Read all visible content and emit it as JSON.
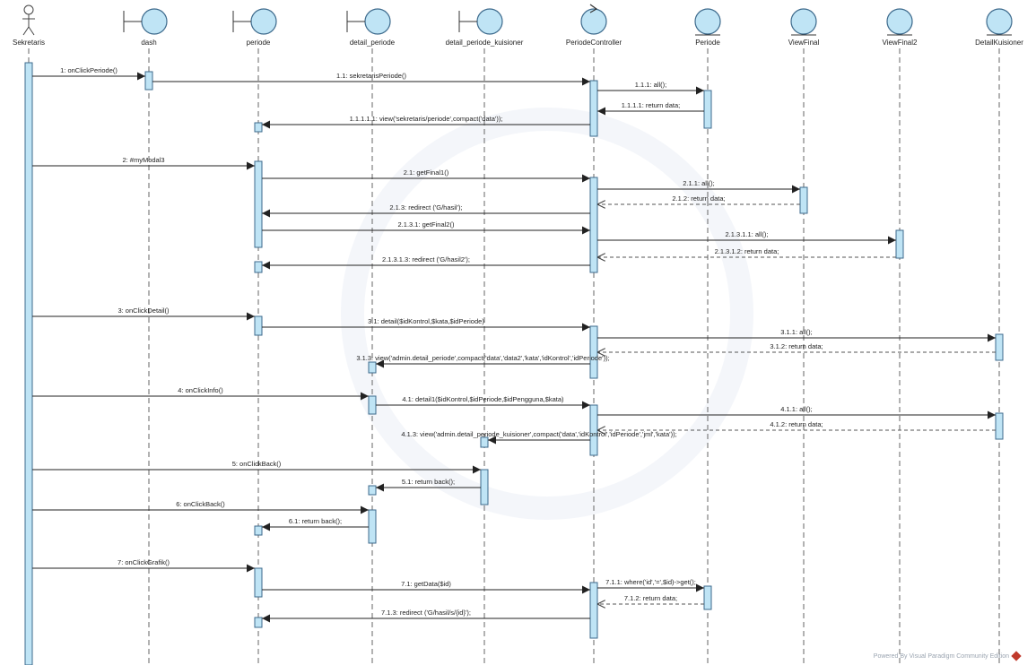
{
  "participants": [
    {
      "id": "sekretaris",
      "name": "Sekretaris",
      "kind": "actor"
    },
    {
      "id": "dash",
      "name": "dash",
      "kind": "boundary"
    },
    {
      "id": "periode",
      "name": "periode",
      "kind": "boundary"
    },
    {
      "id": "detail_periode",
      "name": "detail_periode",
      "kind": "boundary"
    },
    {
      "id": "detail_periode_kuisioner",
      "name": "detail_periode_kuisioner",
      "kind": "boundary"
    },
    {
      "id": "periode_controller",
      "name": "PeriodeController",
      "kind": "control"
    },
    {
      "id": "periode_entity",
      "name": "Periode",
      "kind": "entity"
    },
    {
      "id": "view_final",
      "name": "ViewFinal",
      "kind": "entity"
    },
    {
      "id": "view_final2",
      "name": "ViewFinal2",
      "kind": "entity"
    },
    {
      "id": "detail_kuisioner",
      "name": "DetailKuisioner",
      "kind": "entity"
    }
  ],
  "messages": [
    {
      "from": "sekretaris",
      "to": "dash",
      "label": "1: onClickPeriode()",
      "type": "call"
    },
    {
      "from": "dash",
      "to": "periode_controller",
      "label": "1.1: sekretarisPeriode()",
      "type": "call"
    },
    {
      "from": "periode_controller",
      "to": "periode_entity",
      "label": "1.1.1: all();",
      "type": "call"
    },
    {
      "from": "periode_entity",
      "to": "periode_controller",
      "label": "1.1.1.1: return data;",
      "type": "call"
    },
    {
      "from": "periode_controller",
      "to": "periode",
      "label": "1.1.1.1.1: view('sekretaris/periode',compact('data'));",
      "type": "call"
    },
    {
      "from": "sekretaris",
      "to": "periode",
      "label": "2: #myModal3",
      "type": "call"
    },
    {
      "from": "periode",
      "to": "periode_controller",
      "label": "2.1: getFinal1()",
      "type": "call"
    },
    {
      "from": "periode_controller",
      "to": "view_final",
      "label": "2.1.1: all();",
      "type": "call"
    },
    {
      "from": "view_final",
      "to": "periode_controller",
      "label": "2.1.2: return data;",
      "type": "return"
    },
    {
      "from": "periode_controller",
      "to": "periode",
      "label": "2.1.3: redirect ('G/hasil');",
      "type": "call"
    },
    {
      "from": "periode",
      "to": "periode_controller",
      "label": "2.1.3.1: getFinal2()",
      "type": "call"
    },
    {
      "from": "periode_controller",
      "to": "view_final2",
      "label": "2.1.3.1.1: all();",
      "type": "call"
    },
    {
      "from": "view_final2",
      "to": "periode_controller",
      "label": "2.1.3.1.2: return data;",
      "type": "return"
    },
    {
      "from": "periode_controller",
      "to": "periode",
      "label": "2.1.3.1.3: redirect ('G/hasil2');",
      "type": "call"
    },
    {
      "from": "sekretaris",
      "to": "periode",
      "label": "3: onClickDetail()",
      "type": "call"
    },
    {
      "from": "periode",
      "to": "periode_controller",
      "label": "3.1: detail($idKontrol,$kata,$idPeriode)",
      "type": "call"
    },
    {
      "from": "periode_controller",
      "to": "detail_kuisioner",
      "label": "3.1.1: all();",
      "type": "call"
    },
    {
      "from": "detail_kuisioner",
      "to": "periode_controller",
      "label": "3.1.2: return data;",
      "type": "return"
    },
    {
      "from": "periode_controller",
      "to": "detail_periode",
      "label": "3.1.3: view('admin.detail_periode',compact('data','data2','kata','idKontrol','idPeriode'));",
      "type": "call"
    },
    {
      "from": "sekretaris",
      "to": "detail_periode",
      "label": "4: onClickInfo()",
      "type": "call"
    },
    {
      "from": "detail_periode",
      "to": "periode_controller",
      "label": "4.1: detail1($idKontrol,$idPeriode,$idPengguna,$kata)",
      "type": "call"
    },
    {
      "from": "periode_controller",
      "to": "detail_kuisioner",
      "label": "4.1.1: all();",
      "type": "call"
    },
    {
      "from": "detail_kuisioner",
      "to": "periode_controller",
      "label": "4.1.2: return data;",
      "type": "return"
    },
    {
      "from": "periode_controller",
      "to": "detail_periode_kuisioner",
      "label": "4.1.3: view('admin.detail_periode_kuisioner',compact('data','idKontrol','idPeriode','jml','kata'));",
      "type": "call"
    },
    {
      "from": "sekretaris",
      "to": "detail_periode_kuisioner",
      "label": "5: onClickBack()",
      "type": "call"
    },
    {
      "from": "detail_periode_kuisioner",
      "to": "detail_periode",
      "label": "5.1: return back();",
      "type": "call"
    },
    {
      "from": "sekretaris",
      "to": "detail_periode",
      "label": "6: onClickBack()",
      "type": "call"
    },
    {
      "from": "detail_periode",
      "to": "periode",
      "label": "6.1: return back();",
      "type": "call"
    },
    {
      "from": "sekretaris",
      "to": "periode",
      "label": "7: onClickGrafik()",
      "type": "call"
    },
    {
      "from": "periode",
      "to": "periode_controller",
      "label": "7.1: getData($id)",
      "type": "call"
    },
    {
      "from": "periode_controller",
      "to": "periode_entity",
      "label": "7.1.1: where('id','=',$id)->get();",
      "type": "call"
    },
    {
      "from": "periode_entity",
      "to": "periode_controller",
      "label": "7.1.2: return data;",
      "type": "return"
    },
    {
      "from": "periode_controller",
      "to": "periode",
      "label": "7.1.3: redirect ('G/hasil/s/{id}');",
      "type": "call"
    }
  ],
  "footer": {
    "text": "Powered By  Visual Paradigm Community Edition"
  }
}
